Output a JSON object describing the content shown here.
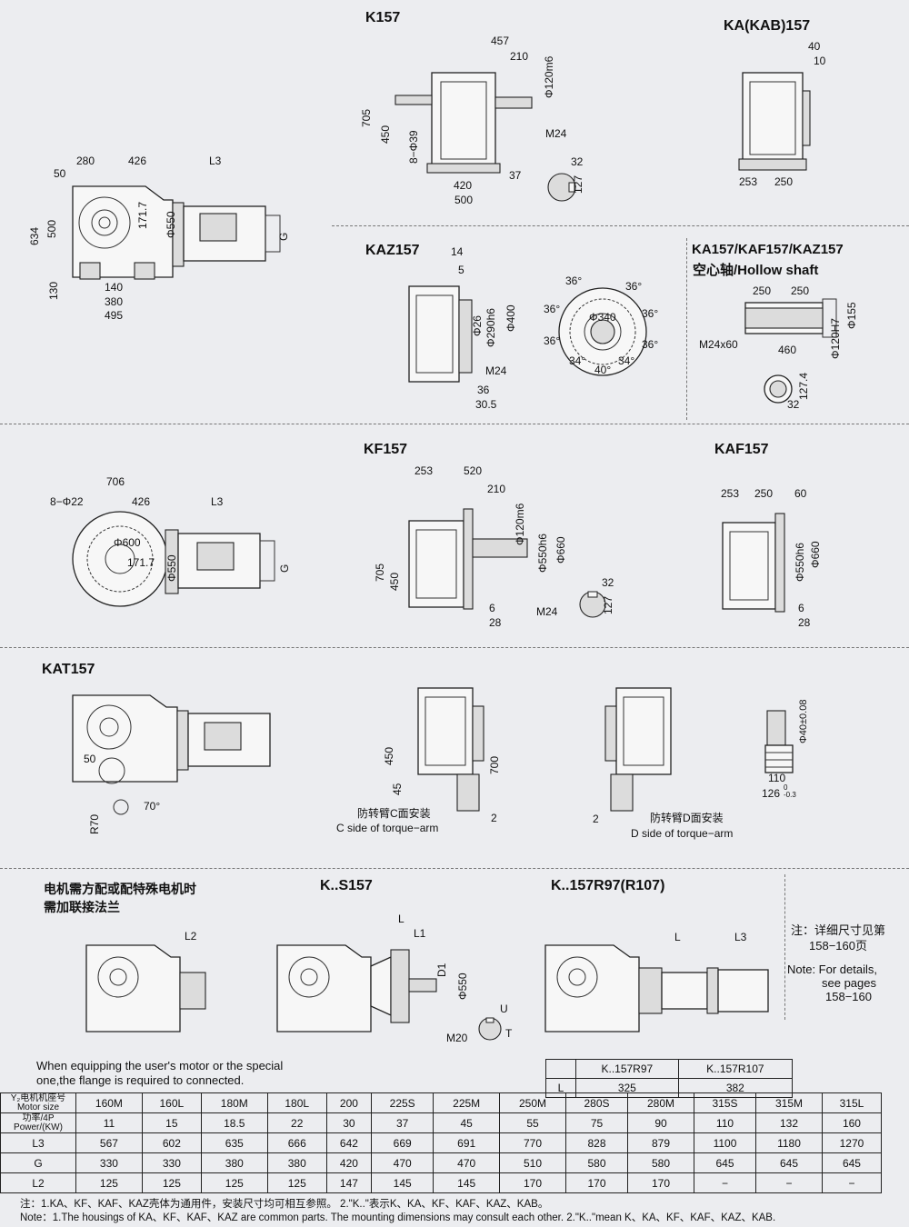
{
  "titles": {
    "k157": "K157",
    "ka157": "KA(KAB)157",
    "kaz157": "KAZ157",
    "hollow1": "KA157/KAF157/KAZ157",
    "hollow2": "空心轴/Hollow shaft",
    "kf157": "KF157",
    "kaf157": "KAF157",
    "kat157": "KAT157",
    "ks157": "K..S157",
    "kr97": "K..157R97(R107)"
  },
  "dims": {
    "side": {
      "d50": "50",
      "d280": "280",
      "d426": "426",
      "L3": "L3",
      "d634": "634",
      "d500": "500",
      "d171": "171.7",
      "d550": "Φ550",
      "G": "G",
      "d130": "130",
      "d140": "140",
      "d380": "380",
      "d495": "495"
    },
    "k157": {
      "d457": "457",
      "d210": "210",
      "d120": "Φ120m6",
      "d705": "705",
      "d450": "450",
      "d8": "8−Φ39",
      "d420": "420",
      "d500": "500",
      "d37": "37",
      "M24": "M24",
      "d32": "32",
      "d127": "127"
    },
    "ka157": {
      "d40": "40",
      "d10": "10",
      "d253": "253",
      "d250": "250"
    },
    "kaz157": {
      "d14": "14",
      "d5": "5",
      "d26": "Φ26",
      "d290": "Φ290h6",
      "d400": "Φ400",
      "M24": "M24",
      "d36": "36",
      "d30": "30.5",
      "a1": "36°",
      "a2": "36°",
      "a3": "36°",
      "a4": "36°",
      "a5": "36°",
      "a6": "36°",
      "a7": "34°",
      "a8": "40°",
      "a9": "34°",
      "d340": "Φ340"
    },
    "hollow": {
      "d250a": "250",
      "d250b": "250",
      "M24": "M24x60",
      "d460": "460",
      "d120": "Φ120H7",
      "d155": "Φ155",
      "d127": "127.4",
      "d32": "32"
    },
    "kfside": {
      "d706": "706",
      "d8": "8−Φ22",
      "d426": "426",
      "L3": "L3",
      "d600": "Φ600",
      "d171": "171.7",
      "d550": "Φ550",
      "G": "G"
    },
    "kf157": {
      "d253": "253",
      "d520": "520",
      "d210": "210",
      "d120": "Φ120m6",
      "d550": "Φ550h6",
      "d660": "Φ660",
      "d705": "705",
      "d450": "450",
      "d6": "6",
      "d28": "28",
      "M24": "M24",
      "d32": "32",
      "d127": "127"
    },
    "kaf157": {
      "d253": "253",
      "d250": "250",
      "d60": "60",
      "d550": "Φ550h6",
      "d660": "Φ660",
      "d6": "6",
      "d28": "28"
    },
    "kat157": {
      "d50": "50",
      "R70": "R70",
      "a70": "70°",
      "d450": "450",
      "d45": "45",
      "d700": "700",
      "d2a": "2",
      "d2b": "2",
      "d40": "Φ40±0.08",
      "d110": "110",
      "d126": "126",
      "tol": "0\n-0.3"
    },
    "ks": {
      "L2": "L2",
      "L": "L",
      "L1": "L1",
      "D1": "D1",
      "d550": "Φ550",
      "M20": "M20",
      "U": "U",
      "T": "T"
    },
    "kr": {
      "L": "L",
      "L3": "L3"
    }
  },
  "labels": {
    "c_side_cn": "防转臂C面安装",
    "c_side_en": "C side of torque−arm",
    "d_side_cn": "防转臂D面安装",
    "d_side_en": "D side of torque−arm",
    "motor_cn1": "电机需方配或配特殊电机时",
    "motor_cn2": "需加联接法兰",
    "note_cn1": "注：详细尺寸见第",
    "note_cn2": "158−160页",
    "note_en1": "Note: For details,",
    "note_en2": "see pages",
    "note_en3": "158−160",
    "equip_en1": "When equipping the user's motor or the special",
    "equip_en2": "one,the flange is required to connected."
  },
  "r_table": {
    "headers": [
      "K..157R97",
      "K..157R107"
    ],
    "row_label": "L",
    "values": [
      "325",
      "382"
    ]
  },
  "spec_table": {
    "row_headers": {
      "size_cn": "Y₂电机机座号",
      "size_en": "Motor size",
      "power_cn": "功率/4P",
      "power_en": "Power/(KW)",
      "L3": "L3",
      "G": "G",
      "L2": "L2"
    },
    "sizes": [
      "160M",
      "160L",
      "180M",
      "180L",
      "200",
      "225S",
      "225M",
      "250M",
      "280S",
      "280M",
      "315S",
      "315M",
      "315L"
    ],
    "power": [
      "11",
      "15",
      "18.5",
      "22",
      "30",
      "37",
      "45",
      "55",
      "75",
      "90",
      "110",
      "132",
      "160"
    ],
    "L3": [
      "567",
      "602",
      "635",
      "666",
      "642",
      "669",
      "691",
      "770",
      "828",
      "879",
      "1100",
      "1180",
      "1270"
    ],
    "G": [
      "330",
      "330",
      "380",
      "380",
      "420",
      "470",
      "470",
      "510",
      "580",
      "580",
      "645",
      "645",
      "645"
    ],
    "L2": [
      "125",
      "125",
      "125",
      "125",
      "147",
      "145",
      "145",
      "170",
      "170",
      "170",
      "−",
      "−",
      "−"
    ]
  },
  "footnotes": {
    "cn": "注：1.KA、KF、KAF、KAZ壳体为通用件，安装尺寸均可相互参照。  2.\"K..\"表示K、KA、KF、KAF、KAZ、KAB。",
    "en": "Note：1.The housings of KA、KF、KAF、KAZ are common parts. The mounting dimensions may consult each other.    2.\"K..\"mean K、KA、KF、KAF、KAZ、KAB."
  }
}
